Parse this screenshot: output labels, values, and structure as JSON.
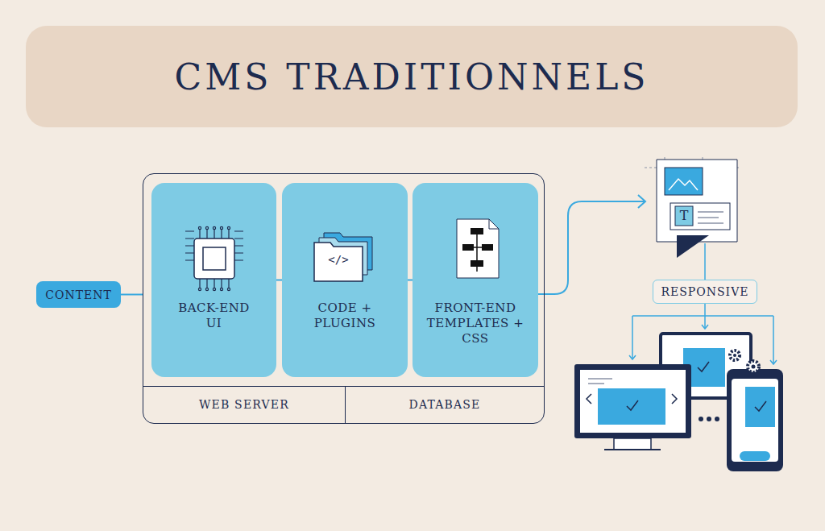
{
  "diagram": {
    "title": "CMS TRADITIONNELS",
    "nodes": [
      {
        "text": [
          "CONTENT"
        ]
      },
      {
        "text": [
          "WEB SERVER",
          "DATABASE"
        ]
      },
      {
        "text": [
          "BACK-END UI"
        ],
        "in": 1
      },
      {
        "text": [
          "CODE + PLUGINS"
        ],
        "in": 1
      },
      {
        "text": [
          "FRONT-END TEMPLATES + CSS"
        ],
        "in": 1
      },
      {
        "text": [
          "RESPONSIVE"
        ]
      }
    ],
    "edges": [
      {
        "from": 0,
        "to": 1,
        "arrow": "none"
      },
      {
        "from": 2,
        "to": 3,
        "arrow": "none"
      },
      {
        "from": 3,
        "to": 4,
        "arrow": "none"
      }
    ],
    "labels": [
      "</>",
      "T"
    ]
  }
}
